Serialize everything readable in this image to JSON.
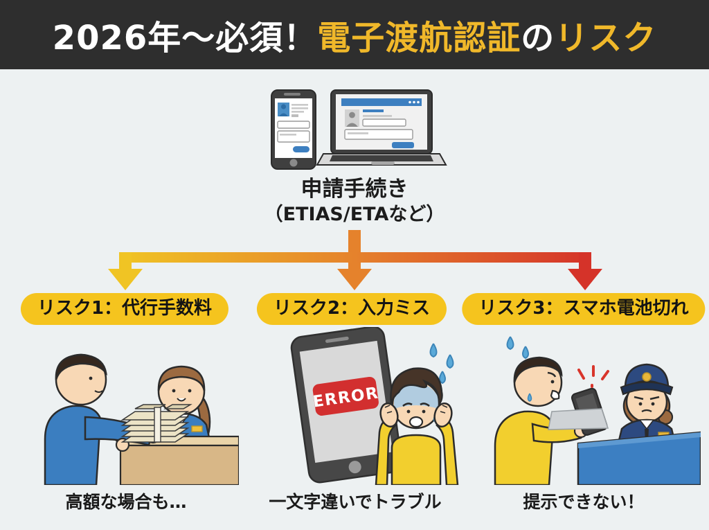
{
  "banner": {
    "part1": "2026年〜必須！",
    "part2": "電子渡航認証",
    "part3": "の",
    "part4": "リスク"
  },
  "application": {
    "title": "申請手続き",
    "subtitle": "（ETIAS/ETAなど）"
  },
  "risks": [
    {
      "badge": "リスク1：代行手数料",
      "caption": "高額な場合も…"
    },
    {
      "badge": "リスク2：入力ミス",
      "caption": "一文字違いでトラブル"
    },
    {
      "badge": "リスク3：スマホ電池切れ",
      "caption": "提示できない！"
    }
  ],
  "error_label": "ERROR",
  "icons": [
    "smartphone-form-icon",
    "laptop-form-icon",
    "down-arrow-icon",
    "money-stack-icon",
    "error-phone-icon",
    "distressed-person-icon",
    "dead-phone-icon",
    "immigration-officer-icon"
  ],
  "colors": {
    "banner_bg": "#2e2e2e",
    "title_yellow": "#f0b82a",
    "badge_yellow": "#f5c41e",
    "arrow_yellow": "#f0c424",
    "arrow_orange": "#e5822c",
    "arrow_red": "#d53329",
    "ui_blue": "#3d7fc0",
    "uniform_navy": "#2d4a80",
    "sweater_yellow": "#f2cf2e",
    "error_red": "#d22f2f",
    "background": "#edf1f2"
  }
}
